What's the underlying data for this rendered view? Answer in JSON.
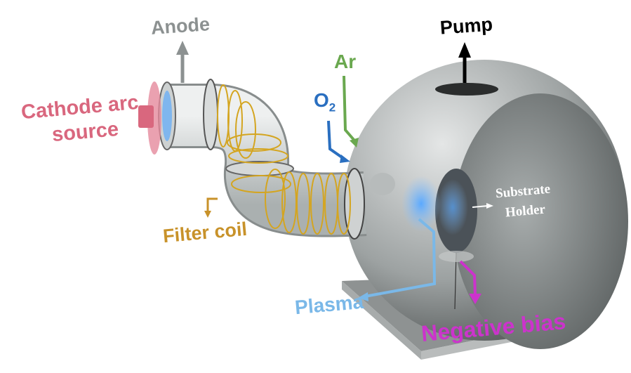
{
  "labels": {
    "anode": "Anode",
    "pump": "Pump",
    "ar": "Ar",
    "o2_main": "O",
    "o2_sub": "2",
    "cathode_line1": "Cathode arc",
    "cathode_line2": "source",
    "filter_coil": "Filter coil",
    "substrate_line1": "Substrate",
    "substrate_line2": "Holder",
    "plasma": "Plasma",
    "negative_bias": "Negative bias"
  },
  "colors": {
    "anode": "#8c9191",
    "pump": "#000000",
    "ar": "#6aa84f",
    "o2": "#2a6fc0",
    "cathode": "#d9677e",
    "filter_coil": "#c8922a",
    "plasma": "#7ab8e8",
    "negative_bias": "#cc33cc"
  }
}
